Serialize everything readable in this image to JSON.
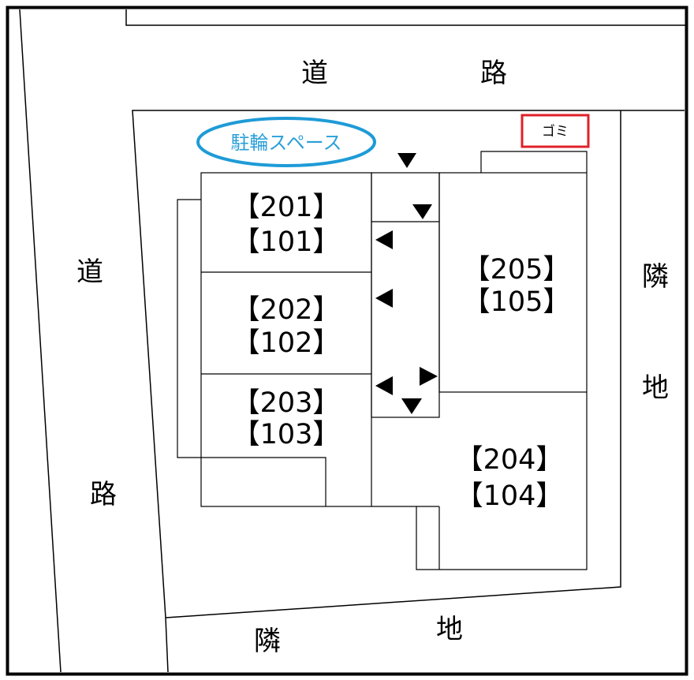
{
  "roads": {
    "top": {
      "ch1": "道",
      "ch2": "路"
    },
    "left": {
      "ch1": "道",
      "ch2": "路"
    }
  },
  "neighbors": {
    "right": {
      "ch1": "隣",
      "ch2": "地"
    },
    "bottom": {
      "ch1": "隣",
      "ch2": "地"
    }
  },
  "bicycle_space": "駐輪スペース",
  "garbage": "ゴミ",
  "units": [
    {
      "upper": "【201】",
      "lower": "【101】"
    },
    {
      "upper": "【202】",
      "lower": "【102】"
    },
    {
      "upper": "【203】",
      "lower": "【103】"
    },
    {
      "upper": "【205】",
      "lower": "【105】"
    },
    {
      "upper": "【204】",
      "lower": "【104】"
    }
  ],
  "colors": {
    "frame": "#000000",
    "bicycle_space_outline": "#1e9bd7",
    "garbage_outline": "#e0202a"
  }
}
